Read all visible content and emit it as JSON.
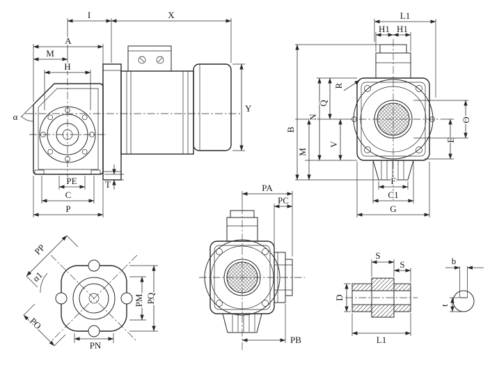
{
  "drawing": {
    "background": "#ffffff",
    "line_color": "#262626",
    "views": {
      "side": {
        "dims": {
          "I": "I",
          "X": "X",
          "A": "A",
          "M": "M",
          "H": "H",
          "alpha": "α",
          "PE": "PE",
          "C": "C",
          "P": "P",
          "T": "T",
          "Y": "Y"
        }
      },
      "front": {
        "dims": {
          "L1": "L1",
          "H1a": "H1",
          "H1b": "H1",
          "B": "B",
          "M": "M",
          "N": "N",
          "Q": "Q",
          "V": "V",
          "R": "R",
          "O": "O",
          "E": "E",
          "F": "F",
          "C1": "C1",
          "G": "G"
        }
      },
      "top": {
        "dims": {
          "PP": "PP",
          "alpha1": "α1",
          "PO": "PO",
          "PN": "PN",
          "PM": "PM",
          "PQ": "PQ"
        }
      },
      "flange": {
        "dims": {
          "PA": "PA",
          "PC": "PC",
          "PB": "PB"
        }
      },
      "bushing": {
        "dims": {
          "S1": "S",
          "S2": "S",
          "D": "D",
          "L1": "L1"
        }
      },
      "key": {
        "dims": {
          "b": "b",
          "t": "t"
        }
      }
    }
  }
}
